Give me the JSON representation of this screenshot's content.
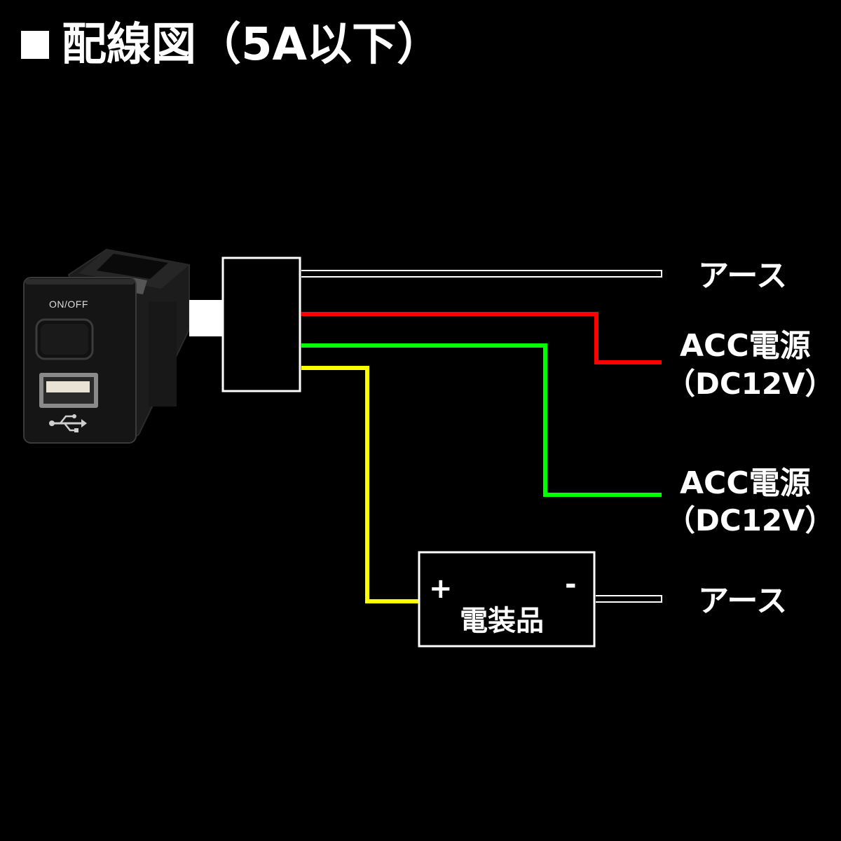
{
  "title": "配線図（5A以下）",
  "device": {
    "button_label": "ON/OFF",
    "usb_icon": "usb-icon"
  },
  "connections": [
    {
      "wire": "white",
      "color": "#ffffff",
      "label": "アース"
    },
    {
      "wire": "red",
      "color": "#ff0000",
      "label": "ACC電源",
      "sublabel": "（DC12V）"
    },
    {
      "wire": "green",
      "color": "#00ff00",
      "label": "ACC電源",
      "sublabel": "（DC12V）"
    },
    {
      "wire": "yellow",
      "color": "#ffff00",
      "target": "電装品"
    }
  ],
  "load": {
    "name": "電装品",
    "plus": "+",
    "minus": "-",
    "ground_label": "アース"
  }
}
